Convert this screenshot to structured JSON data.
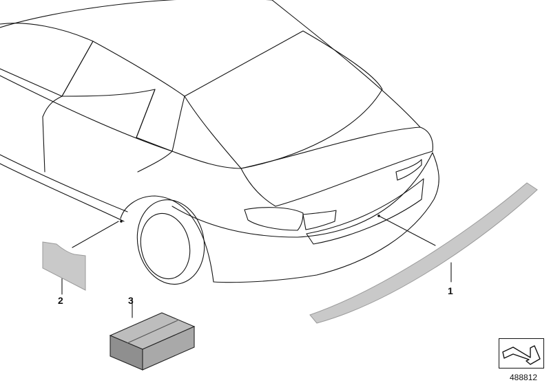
{
  "callouts": {
    "part1": "1",
    "part2": "2",
    "part3": "3"
  },
  "diagram_code": "488812",
  "colors": {
    "line": "#111111",
    "part_fill": "#c9c9c9",
    "box_top": "#bdbdbd",
    "box_side": "#9a9a9a"
  },
  "icons": {
    "reference": "view-arrow-icon"
  }
}
